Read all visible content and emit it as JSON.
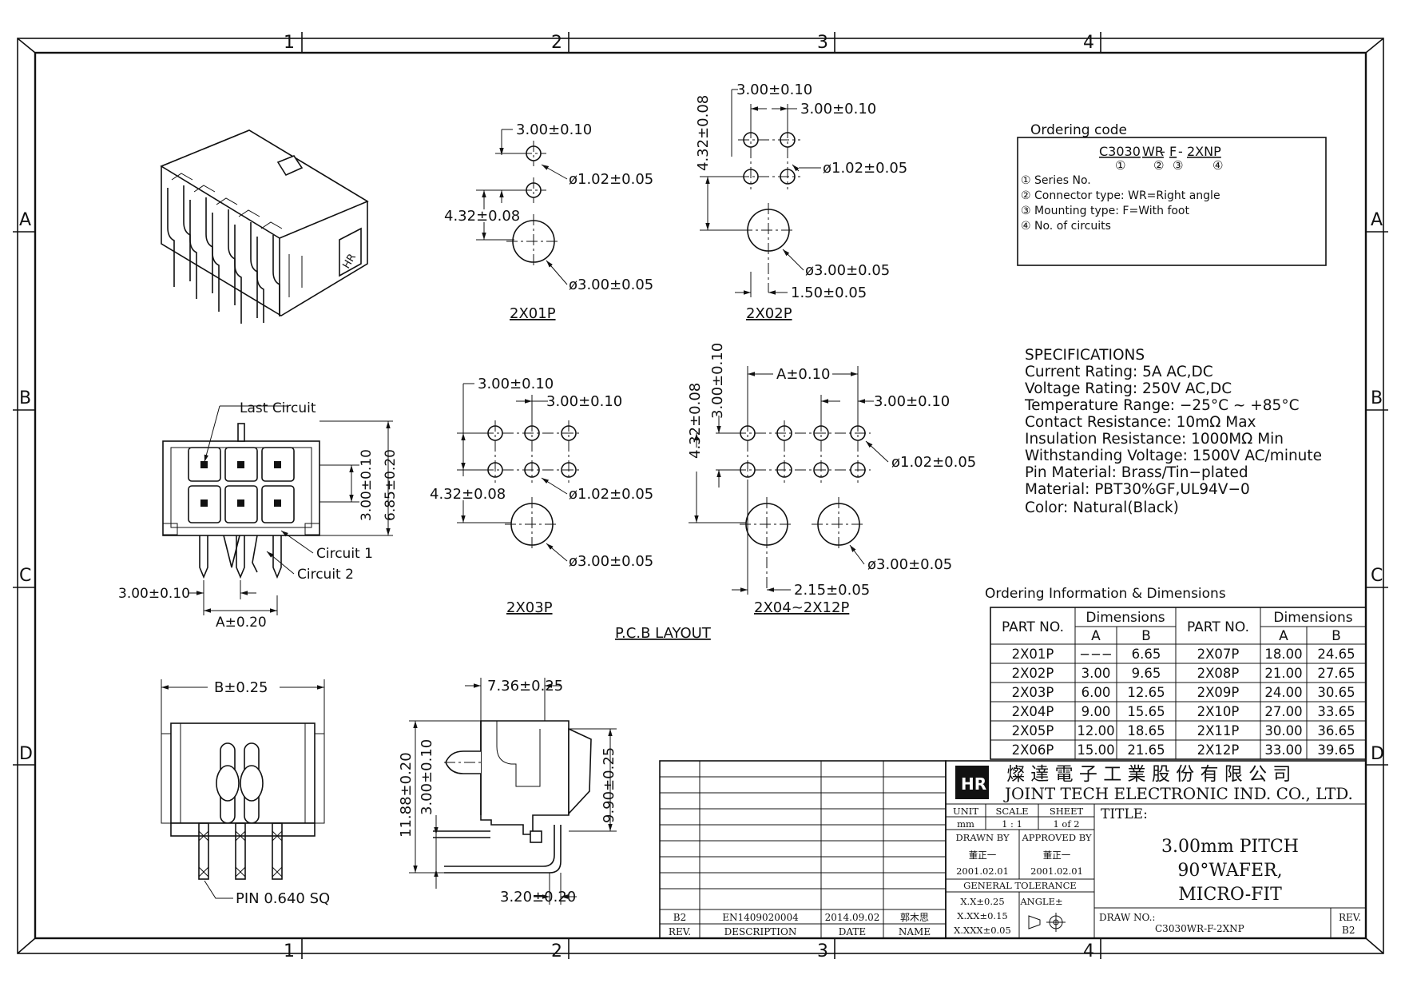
{
  "border": {
    "cols": [
      "1",
      "2",
      "3",
      "4"
    ],
    "rows": [
      "A",
      "B",
      "C",
      "D"
    ]
  },
  "ordering_code": {
    "heading": "Ordering code",
    "parts": [
      "C3030",
      "WR",
      "-",
      "F",
      "-",
      "2XNP"
    ],
    "marks": [
      "①",
      "②",
      "③",
      "④"
    ],
    "legend": [
      "① Series No.",
      "② Connector type: WR=Right angle",
      "③ Mounting type: F=With foot",
      "④ No. of circuits"
    ]
  },
  "specifications": {
    "heading": "SPECIFICATIONS",
    "lines": [
      "Current Rating: 5A AC,DC",
      "Voltage Rating: 250V AC,DC",
      "Temperature Range: −25°C ~ +85°C",
      "Contact Resistance: 10mΩ Max",
      "Insulation Resistance: 1000MΩ Min",
      "Withstanding Voltage: 1500V AC/minute",
      "Pin Material: Brass/Tin−plated",
      "Material: PBT30%GF,UL94V−0",
      "Color: Natural(Black)"
    ]
  },
  "layouts": {
    "l2x01p": {
      "label": "2X01P",
      "pitch": "3.00±0.10",
      "row": "4.32±0.08",
      "hole": "ø1.02±0.05",
      "boss": "ø3.00±0.05"
    },
    "l2x02p": {
      "label": "2X02P",
      "pitch1": "3.00±0.10",
      "pitch2": "3.00±0.10",
      "row": "4.32±0.08",
      "hole": "ø1.02±0.05",
      "boss": "ø3.00±0.05",
      "offset": "1.50±0.05"
    },
    "l2x03p": {
      "label": "2X03P",
      "pitch1": "3.00±0.10",
      "pitch2": "3.00±0.10",
      "row": "4.32±0.08",
      "hole": "ø1.02±0.05",
      "boss": "ø3.00±0.05"
    },
    "l2x04p": {
      "label": "2X04~2X12P",
      "a": "A±0.10",
      "pitch": "3.00±0.10",
      "vpitch": "3.00±0.10",
      "row": "4.32±0.08",
      "hole": "ø1.02±0.05",
      "boss": "ø3.00±0.05",
      "offset": "2.15±0.05"
    },
    "pcb_title": "P.C.B LAYOUT"
  },
  "front_view": {
    "last_circuit": "Last Circuit",
    "circuit1": "Circuit 1",
    "circuit2": "Circuit 2",
    "pitch": "3.00±0.10",
    "a": "A±0.20",
    "row": "3.00±0.10",
    "height": "6.85±0.20"
  },
  "top_view": {
    "b": "B±0.25",
    "pin": "PIN 0.640 SQ"
  },
  "side_view": {
    "depth": "7.36±0.25",
    "h1": "11.88±0.20",
    "h2": "3.00±0.10",
    "h3": "9.90±0.25",
    "tail": "3.20±0.20"
  },
  "dim_table": {
    "title": "Ordering Information & Dimensions",
    "h_part": "PART NO.",
    "h_dim": "Dimensions",
    "h_a": "A",
    "h_b": "B",
    "rows": [
      [
        "2X01P",
        "−−−",
        "6.65",
        "2X07P",
        "18.00",
        "24.65"
      ],
      [
        "2X02P",
        "3.00",
        "9.65",
        "2X08P",
        "21.00",
        "27.65"
      ],
      [
        "2X03P",
        "6.00",
        "12.65",
        "2X09P",
        "24.00",
        "30.65"
      ],
      [
        "2X04P",
        "9.00",
        "15.65",
        "2X10P",
        "27.00",
        "33.65"
      ],
      [
        "2X05P",
        "12.00",
        "18.65",
        "2X11P",
        "30.00",
        "36.65"
      ],
      [
        "2X06P",
        "15.00",
        "21.65",
        "2X12P",
        "33.00",
        "39.65"
      ]
    ]
  },
  "title_block": {
    "company_cn": "燦 達 電 子 工 業 股 份 有 限 公 司",
    "company_en": "JOINT TECH ELECTRONIC IND. CO., LTD.",
    "unit_h": "UNIT",
    "scale_h": "SCALE",
    "sheet_h": "SHEET",
    "unit": "mm",
    "scale": "1 : 1",
    "sheet": "1 of 2",
    "drawn_h": "DRAWN BY",
    "approved_h": "APPROVED BY",
    "drawn_name": "董正一",
    "approved_name": "董正一",
    "drawn_date": "2001.02.01",
    "approved_date": "2001.02.01",
    "gen_tol": "GENERAL TOLERANCE",
    "tol1": "X.X±0.25",
    "tol2": "X.XX±0.15",
    "tol3": "X.XXX±0.05",
    "angle": "ANGLE±",
    "title_h": "TITLE:",
    "title_lines": [
      "3.00mm PITCH",
      "90°WAFER,",
      "MICRO-FIT"
    ],
    "draw_no_h": "DRAW NO.:",
    "draw_no": "C3030WR-F-2XNP",
    "rev_h": "REV.",
    "rev": "B2",
    "revision": {
      "rev": "B2",
      "description": "EN1409020004",
      "date": "2014.09.02",
      "name": "郭木思"
    },
    "rev_cols": {
      "rev": "REV.",
      "description": "DESCRIPTION",
      "date": "DATE",
      "name": "NAME"
    }
  },
  "view_labels": {
    "logo_text": "HR"
  }
}
